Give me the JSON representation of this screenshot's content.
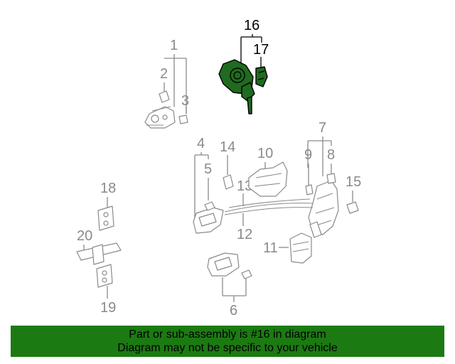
{
  "diagram": {
    "highlight_color": "#1f6b1f",
    "callouts": [
      {
        "id": "c1",
        "label": "1",
        "highlight": false
      },
      {
        "id": "c2",
        "label": "2",
        "highlight": false
      },
      {
        "id": "c3",
        "label": "3",
        "highlight": false
      },
      {
        "id": "c4",
        "label": "4",
        "highlight": false
      },
      {
        "id": "c5",
        "label": "5",
        "highlight": false
      },
      {
        "id": "c6",
        "label": "6",
        "highlight": false
      },
      {
        "id": "c7",
        "label": "7",
        "highlight": false
      },
      {
        "id": "c8",
        "label": "8",
        "highlight": false
      },
      {
        "id": "c9",
        "label": "9",
        "highlight": false
      },
      {
        "id": "c10",
        "label": "10",
        "highlight": false
      },
      {
        "id": "c11",
        "label": "11",
        "highlight": false
      },
      {
        "id": "c12",
        "label": "12",
        "highlight": false
      },
      {
        "id": "c13",
        "label": "13",
        "highlight": false
      },
      {
        "id": "c14",
        "label": "14",
        "highlight": false
      },
      {
        "id": "c15",
        "label": "15",
        "highlight": false
      },
      {
        "id": "c16",
        "label": "16",
        "highlight": true
      },
      {
        "id": "c17",
        "label": "17",
        "highlight": true
      },
      {
        "id": "c18",
        "label": "18",
        "highlight": false
      },
      {
        "id": "c19",
        "label": "19",
        "highlight": false
      },
      {
        "id": "c20",
        "label": "20",
        "highlight": false
      }
    ]
  },
  "banner": {
    "background": "#1c7a12",
    "line1": "Part or sub-assembly is #16 in diagram",
    "line2": "Diagram may not be specific to your vehicle"
  }
}
